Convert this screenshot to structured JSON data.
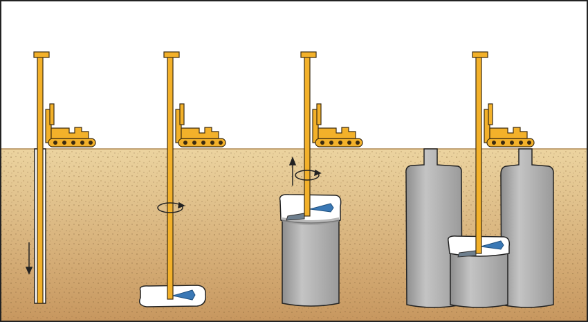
{
  "diagram": {
    "description_text": "",
    "colors": {
      "sky": "#ffffff",
      "soil_top": "#e9cf98",
      "soil_bottom": "#c99a63",
      "rig": "#f3b12a",
      "rig_outline": "#3a2a10",
      "column": "#a9a9a9",
      "column_light": "#cfcfcf",
      "slurry": "#ffffff",
      "nozzle": "#3a78b5",
      "outline": "#222222"
    },
    "icons": [
      "down-arrow-icon",
      "rotation-arrow-icon",
      "up-arrow-icon"
    ],
    "stages": [
      {
        "id": "stage-1",
        "step": "drilling",
        "motion": "down-arrow-icon"
      },
      {
        "id": "stage-2",
        "step": "jetting-base",
        "motion": "rotation-arrow-icon"
      },
      {
        "id": "stage-3",
        "step": "lifting-column",
        "motion": "up-arrow-icon"
      },
      {
        "id": "stage-4",
        "step": "adjacent-columns",
        "motion": ""
      }
    ]
  }
}
